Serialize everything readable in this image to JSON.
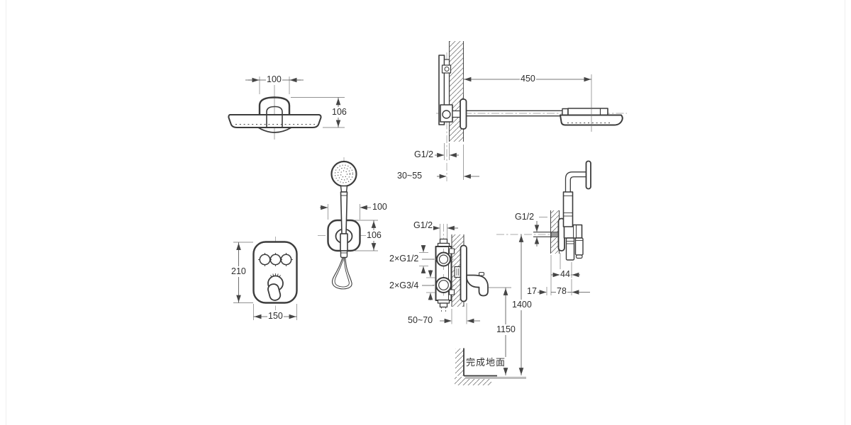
{
  "drawing": {
    "floor_label": "完成地面",
    "dims": {
      "head_width": "100",
      "head_height": "106",
      "arm_length": "450",
      "arm_thread": "G1/2",
      "arm_wall_depth": "30~55",
      "hand_width": "100",
      "hand_height": "106",
      "panel_height": "210",
      "panel_width": "150",
      "mixer_top_thread": "G1/2",
      "mixer_outlet_threads": "2×G1/2",
      "mixer_inlet_threads": "2×G3/4",
      "mixer_embed_depth": "50~70",
      "spout_height": "1150",
      "holder_height": "1400",
      "holder_thread": "G1/2",
      "holder_offset_center": "44",
      "holder_offset_wall": "17",
      "holder_offset_out": "78"
    }
  }
}
